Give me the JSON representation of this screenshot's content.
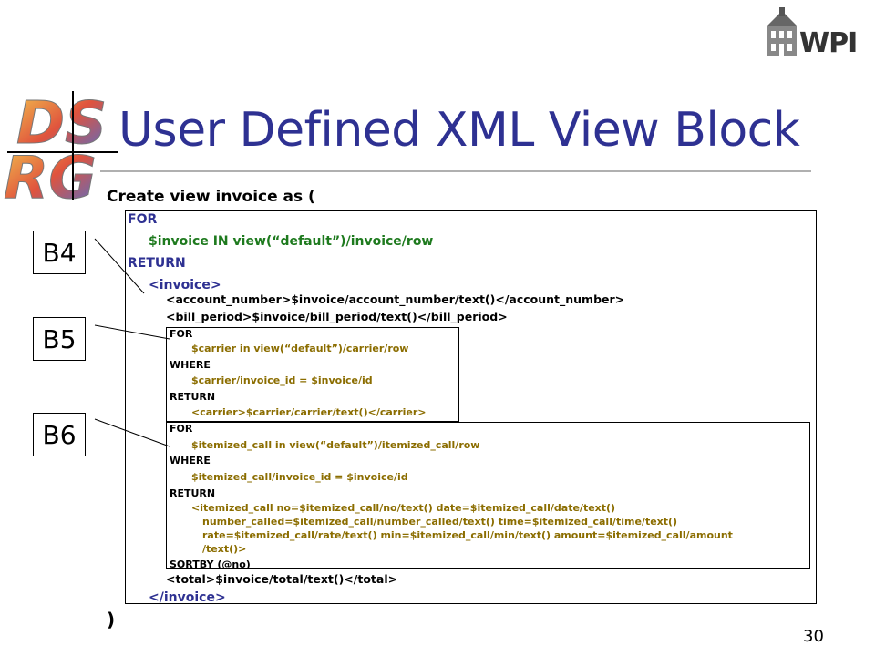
{
  "logo": {
    "text": "WPI"
  },
  "title": "User Defined XML View Block",
  "intro": "Create view invoice as (",
  "code_main": [
    "FOR",
    "$invoice IN view(“default”)/invoice/row",
    "RETURN",
    "<invoice>",
    "<account_number>$invoice/account_number/text()</account_number>",
    "<bill_period>$invoice/bill_period/text()</bill_period>"
  ],
  "code_b5": [
    "FOR",
    "$carrier in view(“default”)/carrier/row",
    "WHERE",
    "$carrier/invoice_id = $invoice/id",
    "RETURN",
    "<carrier>$carrier/carrier/text()</carrier>"
  ],
  "code_b6": [
    "FOR",
    "$itemized_call in view(“default”)/itemized_call/row",
    "WHERE",
    "$itemized_call/invoice_id = $invoice/id",
    "RETURN",
    "<itemized_call no=$itemized_call/no/text() date=$itemized_call/date/text()",
    "number_called=$itemized_call/number_called/text() time=$itemized_call/time/text()",
    "rate=$itemized_call/rate/text() min=$itemized_call/min/text() amount=$itemized_call/amount",
    "/text()>",
    "SORTBY (@no)"
  ],
  "code_tail": [
    "<total>$invoice/total/text()</total>",
    "</invoice>"
  ],
  "close": ")",
  "block_labels": [
    "B4",
    "B5",
    "B6"
  ],
  "page_number": "30",
  "colors": {
    "title": "#2e3192",
    "keyword": "#2e3192",
    "path": "#1e7a1e",
    "inner_path": "#8b6d00"
  }
}
